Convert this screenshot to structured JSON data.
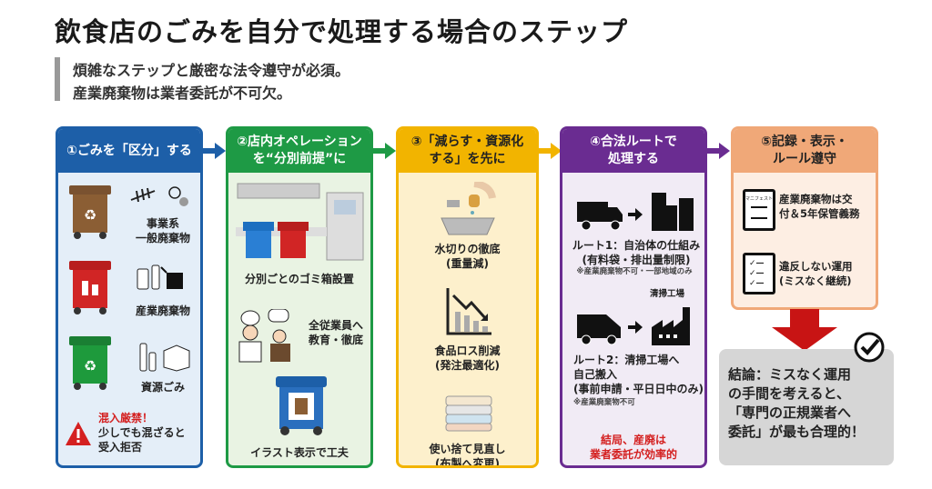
{
  "title": "飲食店のごみを自分で処理する場合のステップ",
  "subtitle": [
    "煩雑なステップと厳密な法令遵守が必須。",
    "産業廃棄物は業者委託が不可欠。"
  ],
  "colors": {
    "step1": "#1d5fa8",
    "step2": "#1e9a45",
    "step3": "#f2b400",
    "step4": "#6a2c91",
    "step5": "#f0a878",
    "warning": "#d42020",
    "conclusion_bg": "#d6d6d6"
  },
  "steps": [
    {
      "title": "①ごみを「区分」する",
      "items": [
        "事業系\n一般廃棄物",
        "産業廃棄物",
        "資源ごみ"
      ],
      "warning_title": "混入厳禁！",
      "warning_text": "少しでも混ざると\n受入拒否"
    },
    {
      "title": "②店内オペレーション\nを“分別前提”に",
      "items": [
        "分別ごとのゴミ箱設置",
        "全従業員へ\n教育・徹底",
        "イラスト表示で工夫"
      ]
    },
    {
      "title": "③「減らす・資源化\nする」を先に",
      "items": [
        "水切りの徹底\n(重量減)",
        "食品ロス削減\n(発注最適化)",
        "使い捨て見直し\n(布製へ変更)"
      ]
    },
    {
      "title": "④合法ルートで\n処理する",
      "route1": "ルート1：自治体の仕組み\n(有料袋・排出量制限)",
      "route1_note": "※産業廃棄物不可・一部地域のみ",
      "factory_label": "清掃工場",
      "route2": "ルート2：清掃工場へ\n自己搬入\n(事前申請・平日日中のみ)",
      "route2_note": "※産業廃棄物不可",
      "footer": "結局、産廃は\n業者委託が効率的"
    },
    {
      "title": "⑤記録・表示・\nルール遵守",
      "manifest_label": "マニフェスト",
      "items": [
        "産業廃棄物は交\n付＆5年保管義務",
        "違反しない運用\n(ミスなく継続)"
      ]
    }
  ],
  "conclusion": "結論：ミスなく運用\nの手間を考えると、\n「専門の正規業者へ\n委託」が最も合理的！"
}
